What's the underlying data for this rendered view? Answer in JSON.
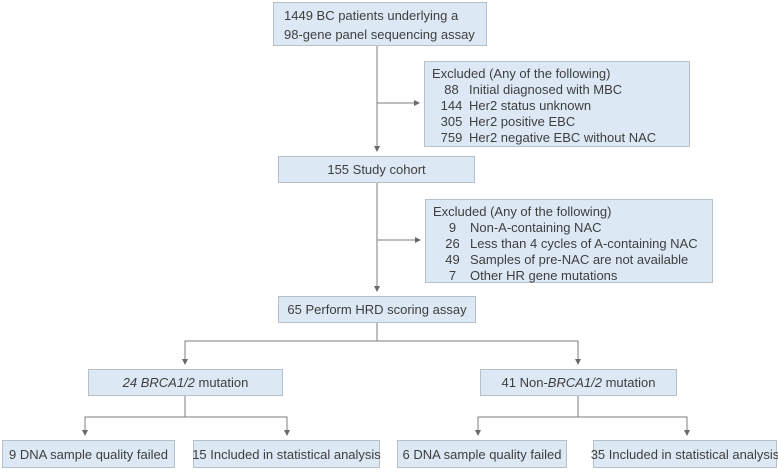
{
  "colors": {
    "box_fill": "#dce9f5",
    "box_border": "#b6c0c9",
    "line": "#7d7d7d",
    "arrow": "#6a6a6a",
    "text": "#3e3e3e",
    "background": "#ffffff"
  },
  "nodes": {
    "top": {
      "lines": [
        "1449 BC patients underlying a",
        "98-gene panel sequencing assay"
      ]
    },
    "excluded1": {
      "title": "Excluded (Any of the following)",
      "items": [
        {
          "n": "88",
          "text": "Initial diagnosed with MBC"
        },
        {
          "n": "144",
          "text": "Her2 status unknown"
        },
        {
          "n": "305",
          "text": "Her2 positive EBC"
        },
        {
          "n": "759",
          "text": "Her2 negative EBC without NAC"
        }
      ]
    },
    "cohort": {
      "label": "155 Study cohort"
    },
    "excluded2": {
      "title": "Excluded (Any of the following)",
      "items": [
        {
          "n": "9",
          "text": "Non-A-containing NAC"
        },
        {
          "n": "26",
          "text": "Less than 4 cycles of A-containing NAC"
        },
        {
          "n": "49",
          "text": "Samples of pre-NAC are not available"
        },
        {
          "n": "7",
          "text": "Other HR gene mutations"
        }
      ]
    },
    "hrd": {
      "label": "65 Perform HRD scoring assay"
    },
    "brca": {
      "parts": [
        {
          "text": "24 BRCA1/2",
          "italic": true
        },
        {
          "text": " mutation",
          "italic": false
        }
      ]
    },
    "nonbrca": {
      "parts": [
        {
          "text": "41 Non-",
          "italic": false
        },
        {
          "text": "BRCA1/2",
          "italic": true
        },
        {
          "text": " mutation",
          "italic": false
        }
      ]
    },
    "q1": {
      "label": "9 DNA sample quality failed"
    },
    "s1": {
      "label": "15 Included in statistical analysis"
    },
    "q2": {
      "label": "6 DNA sample quality failed"
    },
    "s2": {
      "label": "35 Included in statistical analysis"
    }
  }
}
